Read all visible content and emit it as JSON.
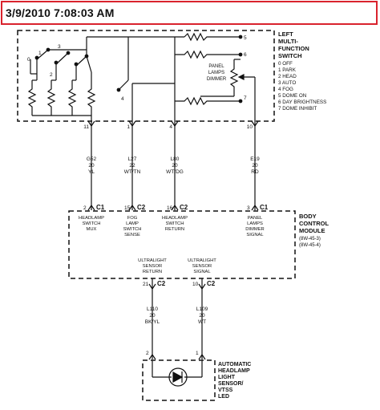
{
  "header": {
    "timestamp": "3/9/2010 7:08:03 AM"
  },
  "switch": {
    "title": [
      "LEFT",
      "MULTI-",
      "FUNCTION",
      "SWITCH"
    ],
    "positions": [
      "0 OFF",
      "1 PARK",
      "2 HEAD",
      "3 AUTO",
      "4 FOG",
      "5 DOME ON",
      "6 DAY BRIGHTNESS",
      "7 DOME INHIBIT"
    ],
    "dimmer_label": [
      "PANEL",
      "LAMPS",
      "DIMMER"
    ],
    "contact_nums": [
      "0",
      "1",
      "2",
      "3",
      "4",
      "5",
      "6",
      "7"
    ]
  },
  "wires": [
    {
      "pin_top": "11",
      "code": "G52",
      "gauge": "20",
      "color": "YL",
      "pin_bottom": "2",
      "conn": "C1",
      "label": [
        "HEADLAMP",
        "SWITCH",
        "MUX"
      ]
    },
    {
      "pin_top": "1",
      "code": "L27",
      "gauge": "22",
      "color": "WT/TN",
      "pin_bottom": "15",
      "conn": "C2",
      "label": [
        "FOG",
        "LAMP",
        "SWITCH",
        "SENSE"
      ]
    },
    {
      "pin_top": "4",
      "code": "L80",
      "gauge": "20",
      "color": "WT/DG",
      "pin_bottom": "16",
      "conn": "C2",
      "label": [
        "HEADLAMP",
        "SWITCH",
        "RETURN"
      ]
    },
    {
      "pin_top": "10",
      "code": "E19",
      "gauge": "20",
      "color": "RD",
      "pin_bottom": "3",
      "conn": "C1",
      "label": [
        "PANEL",
        "LAMPS",
        "DIMMER",
        "SIGNAL"
      ]
    }
  ],
  "bcm": {
    "title": [
      "BODY",
      "CONTROL",
      "MODULE"
    ],
    "refs": [
      "(8W-45-3)",
      "(8W-45-4)"
    ]
  },
  "sensor_wires": [
    {
      "label": [
        "ULTRALIGHT",
        "SENSOR",
        "RETURN"
      ],
      "pin_top": "21",
      "conn": "C2",
      "code": "L110",
      "gauge": "20",
      "color": "BK/YL",
      "pin_bottom": "2"
    },
    {
      "label": [
        "ULTRALIGHT",
        "SENSOR",
        "SIGNAL"
      ],
      "pin_top": "10",
      "conn": "C2",
      "code": "L109",
      "gauge": "20",
      "color": "WT",
      "pin_bottom": "1"
    }
  ],
  "sensor": {
    "title": [
      "AUTOMATIC",
      "HEADLAMP",
      "LIGHT",
      "SENSOR/",
      "VTSS",
      "LED"
    ]
  }
}
